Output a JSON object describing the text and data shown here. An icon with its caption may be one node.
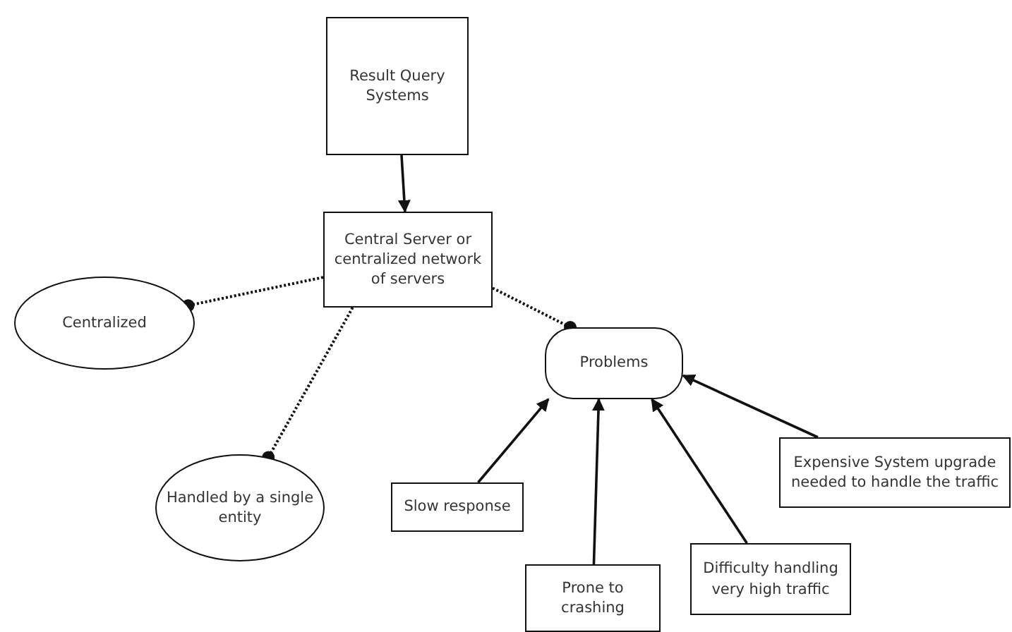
{
  "diagram": {
    "nodes": [
      {
        "text": [
          "Result Query Systems"
        ]
      },
      {
        "text": [
          "Central Server or centralized network of servers"
        ]
      },
      {
        "text": [
          "Centralized"
        ]
      },
      {
        "text": [
          "Handled by a single entity"
        ]
      },
      {
        "text": [
          "Problems"
        ]
      },
      {
        "text": [
          "Slow response"
        ]
      },
      {
        "text": [
          "Prone to crashing"
        ]
      },
      {
        "text": [
          "Difficulty handling very high traffic"
        ]
      },
      {
        "text": [
          "Expensive System upgrade needed to handle the traffic"
        ]
      }
    ],
    "edges": [
      {
        "from": 0,
        "to": 1,
        "arrow": "to"
      },
      {
        "from": 1,
        "to": 2,
        "arrow": "other",
        "style": "dashed"
      },
      {
        "from": 1,
        "to": 3,
        "arrow": "other",
        "style": "dashed"
      },
      {
        "from": 1,
        "to": 4,
        "arrow": "other",
        "style": "dashed"
      },
      {
        "from": 5,
        "to": 4,
        "arrow": "to"
      },
      {
        "from": 6,
        "to": 4,
        "arrow": "to"
      },
      {
        "from": 7,
        "to": 4,
        "arrow": "to"
      },
      {
        "from": 8,
        "to": 4,
        "arrow": "to"
      }
    ]
  }
}
